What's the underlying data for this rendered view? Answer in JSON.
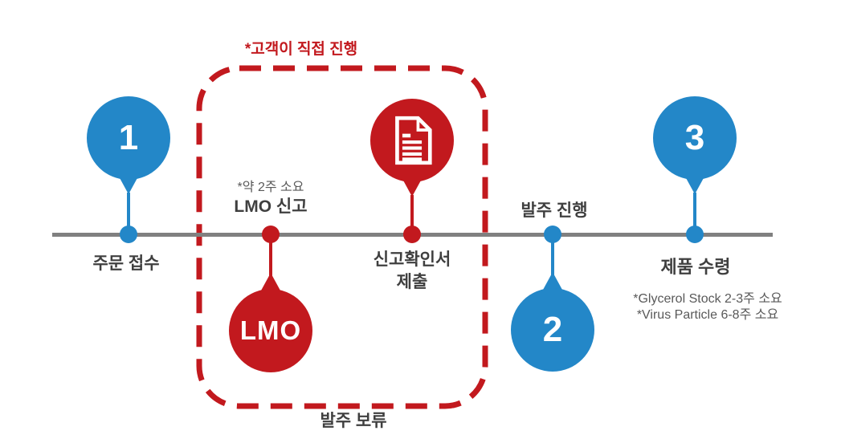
{
  "colors": {
    "blue": "#2387C8",
    "red": "#C2191E",
    "line": "#808080",
    "text_dark": "#3F3F3F",
    "text_gray": "#595959"
  },
  "annotations": {
    "customer_note": "*고객이 직접 진행",
    "hold_label": "발주 보류"
  },
  "steps": {
    "step1": {
      "number": "1",
      "label": "주문 접수"
    },
    "lmo": {
      "note": "*약 2주 소요",
      "label": "LMO 신고",
      "balloon_text": "LMO"
    },
    "doc": {
      "label_line1": "신고확인서",
      "label_line2": "제출"
    },
    "step2": {
      "number": "2",
      "label": "발주 진행"
    },
    "step3": {
      "number": "3",
      "label": "제품 수령",
      "note1": "*Glycerol Stock 2-3주 소요",
      "note2": "*Virus Particle 6-8주 소요"
    }
  }
}
